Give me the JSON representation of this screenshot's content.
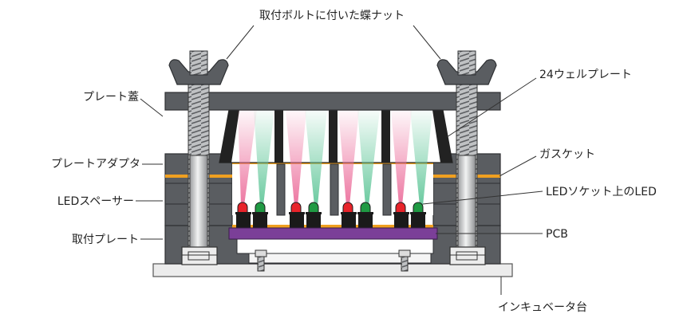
{
  "labels": {
    "wing_nut": "取付ボルトに付いた蝶ナット",
    "plate_lid": "プレート蓋",
    "well_plate": "24ウェルプレート",
    "plate_adapter": "プレートアダプタ",
    "gasket": "ガスケット",
    "led_spacer": "LEDスペーサー",
    "led_on_socket": "LEDソケット上のLED",
    "mount_plate": "取付プレート",
    "pcb": "PCB",
    "incubator_stage": "インキュベータ台"
  },
  "colors": {
    "block_dark": "#5a5d61",
    "block_edge": "#2e3033",
    "gasket": "#f0a020",
    "pcb": "#7b3f98",
    "led_red": "#e8232a",
    "led_green": "#1f9a43",
    "beam_red": "#ec6f9c",
    "beam_green": "#62c79a",
    "bolt": "#cfd1d2",
    "base": "#ececec"
  },
  "structure": {
    "well_count": 4,
    "led_pairs_per_well": 1
  }
}
